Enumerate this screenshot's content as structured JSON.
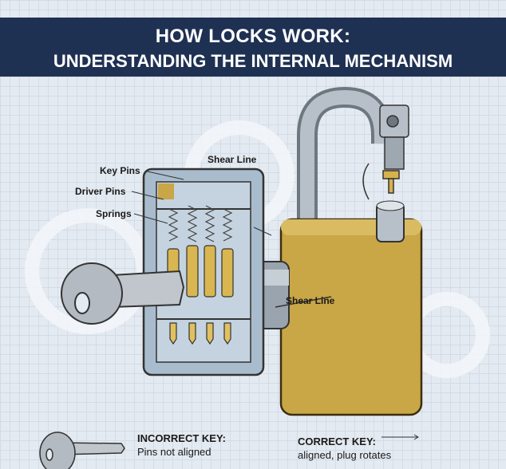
{
  "header": {
    "title": "HOW LOCKS WORK:",
    "subtitle": "UNDERSTANDING THE INTERNAL MECHANISM"
  },
  "labels": {
    "shear_line_top": "Shear Line",
    "key_pins": "Key Pins",
    "driver_pins": "Driver Pins",
    "springs": "Springs",
    "shear_line_plug": "Shear Line"
  },
  "captions": {
    "incorrect": {
      "title": "INCORRECT KEY:",
      "text": "Pins not aligned"
    },
    "correct": {
      "title": "CORRECT KEY:",
      "text": "aligned, plug rotates"
    }
  },
  "colors": {
    "banner": "#1f3152",
    "brass": "#c9a646",
    "steel": "#a9b2bb"
  }
}
